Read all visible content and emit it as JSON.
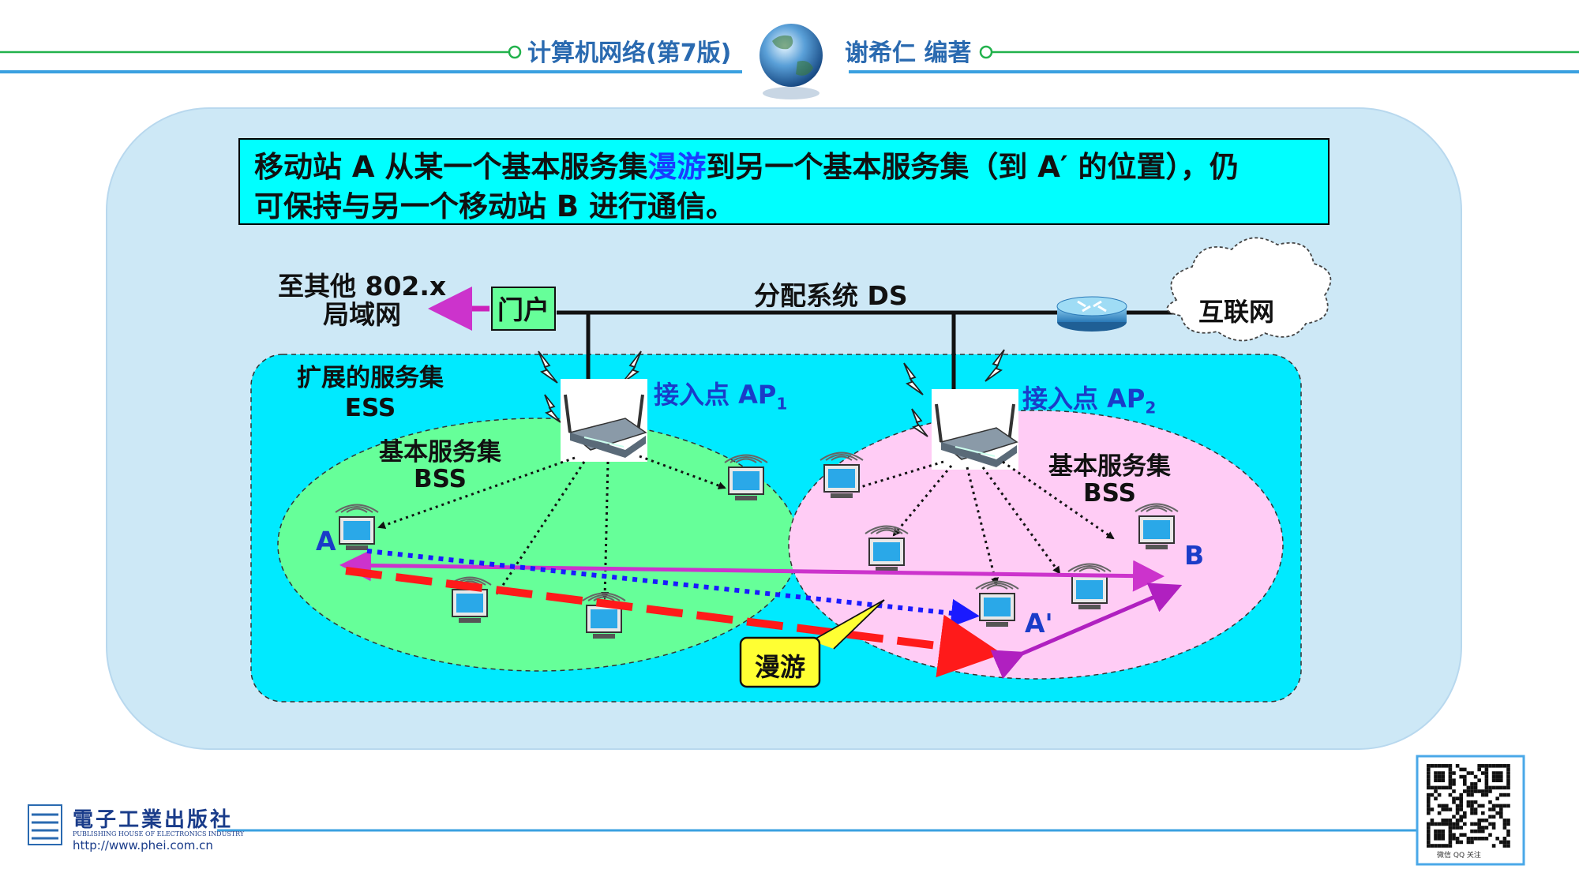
{
  "header": {
    "book_title": "计算机网络(第7版)",
    "author": "谢希仁 编著"
  },
  "title": {
    "line1_before": "移动站 A 从某一个基本服务集",
    "line1_highlight": "漫游",
    "line1_after": "到另一个基本服务集（到 A′ 的位置），仍",
    "line2": "可保持与另一个移动站 B 进行通信。"
  },
  "labels": {
    "other_lan_line1": "至其他 802.x",
    "other_lan_line2": "局域网",
    "portal": "门户",
    "ds": "分配系统 DS",
    "internet": "互联网",
    "ess_line1": "扩展的服务集",
    "ess_line2": "ESS",
    "ap1": "接入点 AP",
    "ap1_sub": "1",
    "ap2": "接入点 AP",
    "ap2_sub": "2",
    "bss1_line1": "基本服务集",
    "bss1_line2": "BSS",
    "bss2_line1": "基本服务集",
    "bss2_line2": "BSS",
    "station_a": "A",
    "station_a_prime": "A'",
    "station_b": "B",
    "roaming": "漫游"
  },
  "footer": {
    "publisher": "電子工業出版社",
    "publisher_en": "PUBLISHING HOUSE OF ELECTRONICS INDUSTRY",
    "url": "http://www.phei.com.cn",
    "qr_caption": "微信 QQ 关注"
  },
  "colors": {
    "header_line": "#22b24c",
    "panel": "#cde8f6",
    "ess": "#00eaff",
    "bss1": "#66ff99",
    "bss2": "#ffccf5",
    "roam_arrow": "#ff1a1a",
    "comm_arrow": "#cc33cc",
    "path_arrow": "#1a1aff",
    "label_blue": "#1a3cc8"
  }
}
